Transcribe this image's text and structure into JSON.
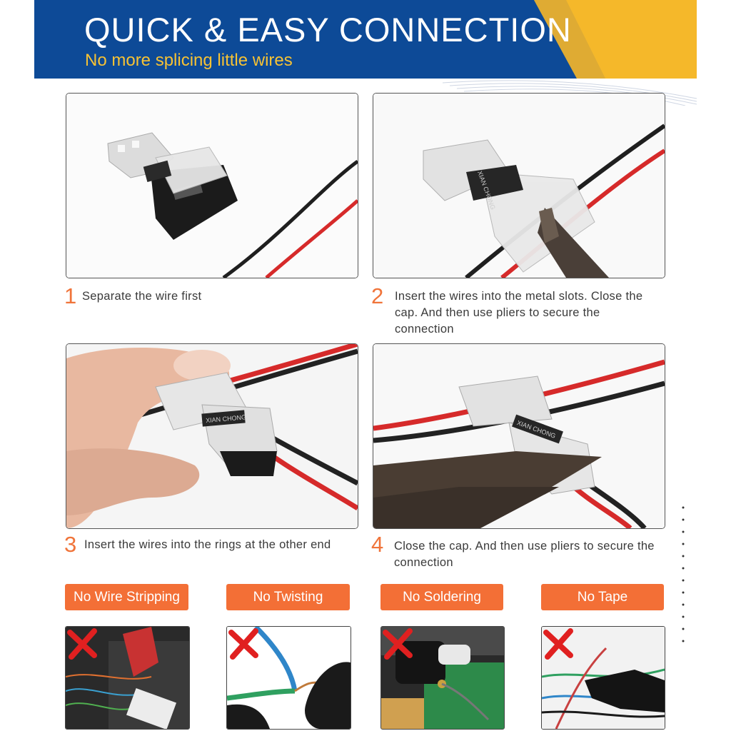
{
  "header": {
    "title": "QUICK & EASY CONNECTION",
    "subtitle": "No more splicing little wires"
  },
  "steps": [
    {
      "number": "1",
      "text": "Separate the wire first"
    },
    {
      "number": "2",
      "text": "Insert the wires into the metal slots. Close the cap. And then use pliers to secure the connection"
    },
    {
      "number": "3",
      "text": "Insert the wires into the rings at the other end"
    },
    {
      "number": "4",
      "text": "Close the cap. And then use pliers to secure the connection"
    }
  ],
  "connector_brand": "XIAN CHONG",
  "features": [
    {
      "label": "No Wire Stripping"
    },
    {
      "label": "No Twisting"
    },
    {
      "label": "No Soldering"
    },
    {
      "label": "No Tape"
    }
  ],
  "colors": {
    "banner_blue": "#0d4a97",
    "banner_yellow": "#f7c234",
    "accent_orange": "#f36f36",
    "step_number": "#f0743a",
    "wire_red": "#d62a2a",
    "wire_black": "#222222",
    "cross_red": "#e02020"
  },
  "icons": [
    "cross-mark-icon"
  ]
}
